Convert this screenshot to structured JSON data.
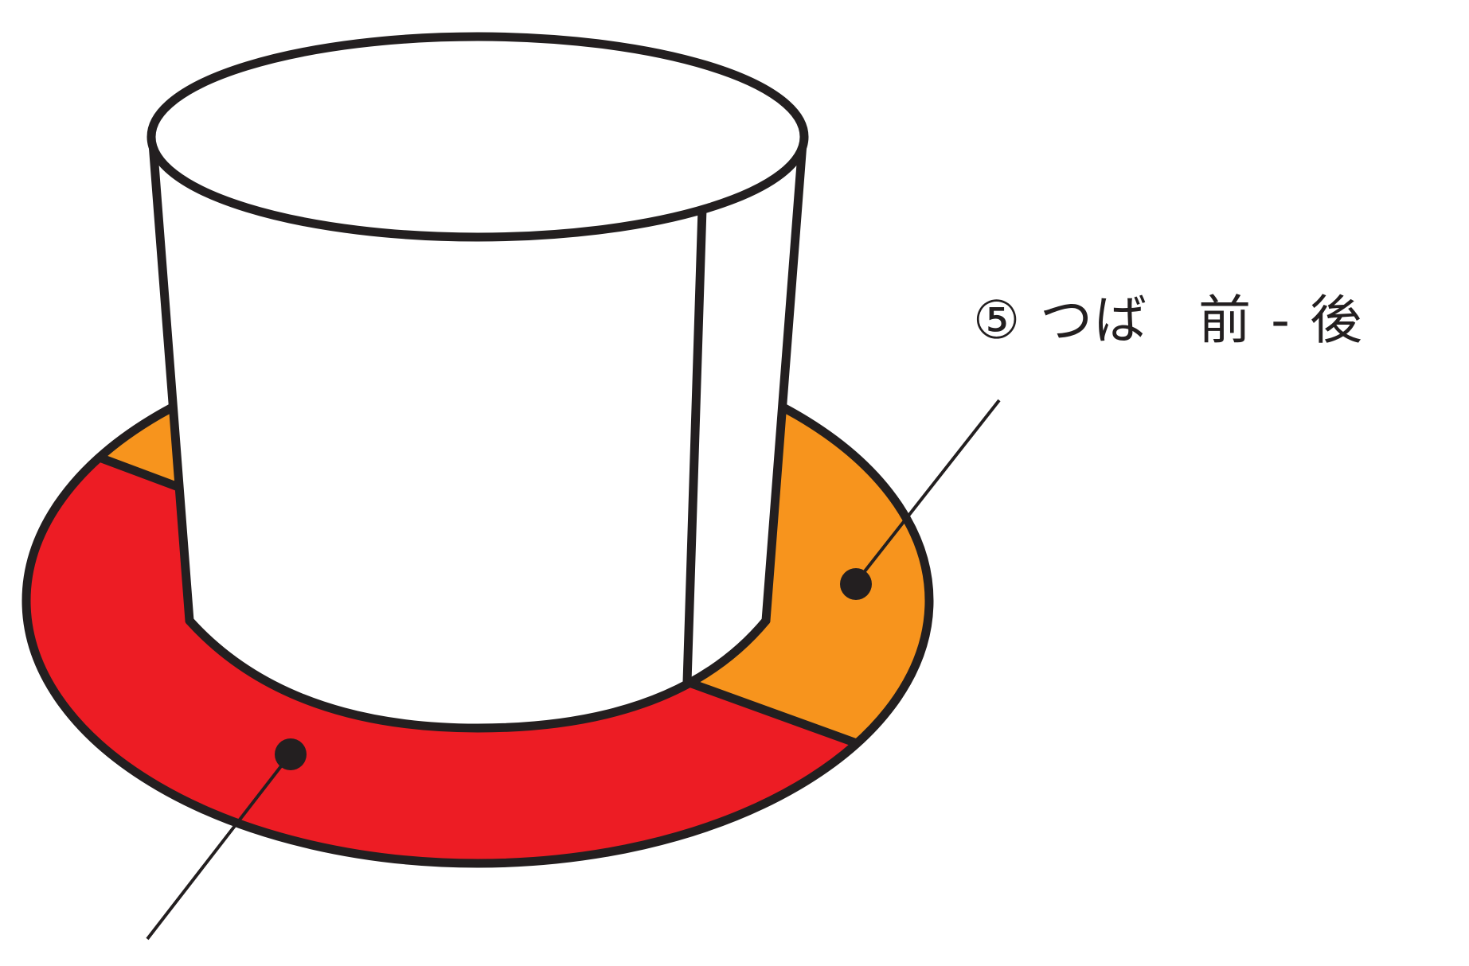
{
  "diagram": {
    "label": {
      "number": "⑤",
      "name": "つば",
      "detail": "前 - 後"
    },
    "colors": {
      "outline": "#231f20",
      "hat_body": "#ffffff",
      "brim_front": "#ed1c24",
      "brim_back": "#f7941d",
      "marker": "#231f20"
    },
    "parts": [
      "crown",
      "brim-front",
      "brim-back"
    ]
  }
}
